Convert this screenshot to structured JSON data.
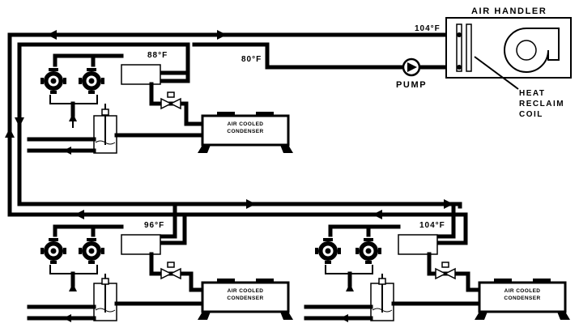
{
  "labels": {
    "air_handler": "AIR HANDLER",
    "pump": "PUMP",
    "heat_reclaim_coil": [
      "HEAT",
      "RECLAIM",
      "COIL"
    ],
    "condenser_line1": "AIR COOLED",
    "condenser_line2": "CONDENSER"
  },
  "temperatures": {
    "supply_to_air_handler": "104°F",
    "return_from_air_handler": "80°F",
    "rack1_outlet": "88°F",
    "rack2_outlet": "96°F",
    "rack3_outlet": "104°F"
  },
  "colors": {
    "line": "#000000",
    "background": "#ffffff"
  }
}
